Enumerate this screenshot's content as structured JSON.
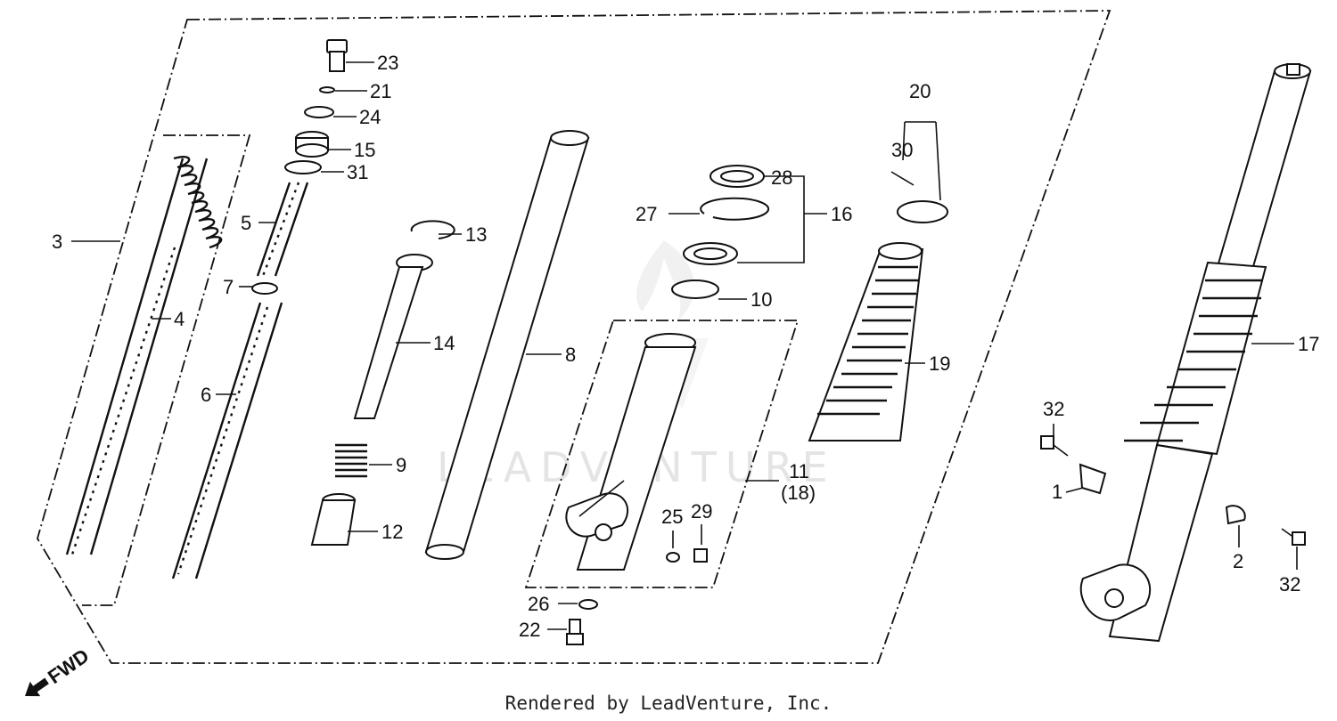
{
  "watermark": "LEADVENTURE",
  "footer": "Rendered by LeadVenture, Inc.",
  "direction_marker": "FWD",
  "callouts": [
    "23",
    "21",
    "24",
    "15",
    "31",
    "5",
    "7",
    "3",
    "4",
    "6",
    "13",
    "14",
    "9",
    "12",
    "8",
    "27",
    "28",
    "16",
    "10",
    "20",
    "30",
    "19",
    "11",
    "(18)",
    "25",
    "29",
    "26",
    "22",
    "17",
    "32",
    "1",
    "2",
    "32"
  ]
}
